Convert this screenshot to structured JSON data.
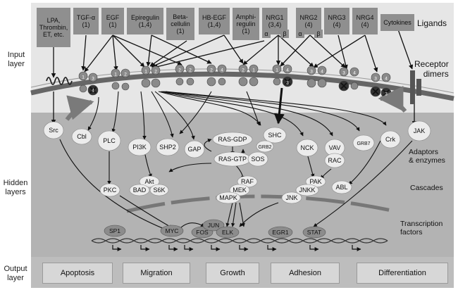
{
  "layer_labels": {
    "input": "Input\nlayer",
    "hidden": "Hidden\nlayers",
    "output": "Output\nlayer"
  },
  "ligands": [
    {
      "id": "lpa",
      "label": "LPA,\nThrombin,\nET, etc."
    },
    {
      "id": "tgfa",
      "label": "TGF-α\n(1)"
    },
    {
      "id": "egf",
      "label": "EGF\n(1)"
    },
    {
      "id": "epiregulin",
      "label": "Epiregulin\n(1,4)"
    },
    {
      "id": "betacellulin",
      "label": "Beta-\ncellulin\n(1)"
    },
    {
      "id": "hbegf",
      "label": "HB-EGF\n(1,4)"
    },
    {
      "id": "amphiregulin",
      "label": "Amphi-\nregulin\n(1)"
    },
    {
      "id": "nrg1",
      "label": "NRG1\n(3,4)"
    },
    {
      "id": "nrg2",
      "label": "NRG2\n(4)"
    },
    {
      "id": "nrg3",
      "label": "NRG3\n(4)"
    },
    {
      "id": "nrg4",
      "label": "NRG4\n(4)"
    },
    {
      "id": "cytokines",
      "label": "Cytokines"
    }
  ],
  "isoforms": [
    "α",
    "β",
    "α",
    "β"
  ],
  "section_titles": {
    "ligands": "Ligands",
    "receptor_dimers": "Receptor\ndimers"
  },
  "side_labels": {
    "adaptors": "Adaptors\n& enzymes",
    "cascades": "Cascades",
    "transcription": "Transcription\nfactors"
  },
  "nodes": {
    "src": "Src",
    "cbl": "Cbl",
    "plc": "PLC",
    "pi3k": "PI3K",
    "shp2": "SHP2",
    "gap": "GAP",
    "ras_gdp": "RAS-GDP",
    "ras_gtp": "RAS-GTP",
    "shc": "SHC",
    "grb2": "GRB2",
    "sos": "SOS",
    "nck": "NCK",
    "vav": "VAV",
    "rac": "RAC",
    "grb7": "GRB7",
    "crk": "Crk",
    "jak": "JAK",
    "akt": "Akt",
    "bad": "BAD",
    "s6k": "S6K",
    "pkc": "PKC",
    "raf": "RAF",
    "mek": "MEK",
    "mapk": "MAPK",
    "pak": "PAK",
    "jnkk": "JNKK",
    "jnk": "JNK",
    "abl": "ABL"
  },
  "transcription_factors": {
    "sp1": "SP1",
    "myc": "MYC",
    "fos": "FOS",
    "jun": "JUN",
    "elk": "ELK",
    "egr1": "EGR1",
    "stat": "STAT"
  },
  "receptor_numbers": [
    "1",
    "3",
    "1",
    "2",
    "1",
    "2",
    "2",
    "2",
    "2",
    "4",
    "2",
    "1",
    "1",
    "4",
    "3",
    "4",
    "3",
    "4",
    "3",
    "4",
    "4",
    "3",
    "3"
  ],
  "outputs": [
    "Apoptosis",
    "Migration",
    "Growth",
    "Adhesion",
    "Differentiation"
  ],
  "colors": {
    "ligand_box": "#8f8f8f",
    "input_bg": "#e6e6e6",
    "hidden_bg": "#b3b3b3",
    "node_fill": "#ececec",
    "membrane": "#6e6e6e"
  }
}
